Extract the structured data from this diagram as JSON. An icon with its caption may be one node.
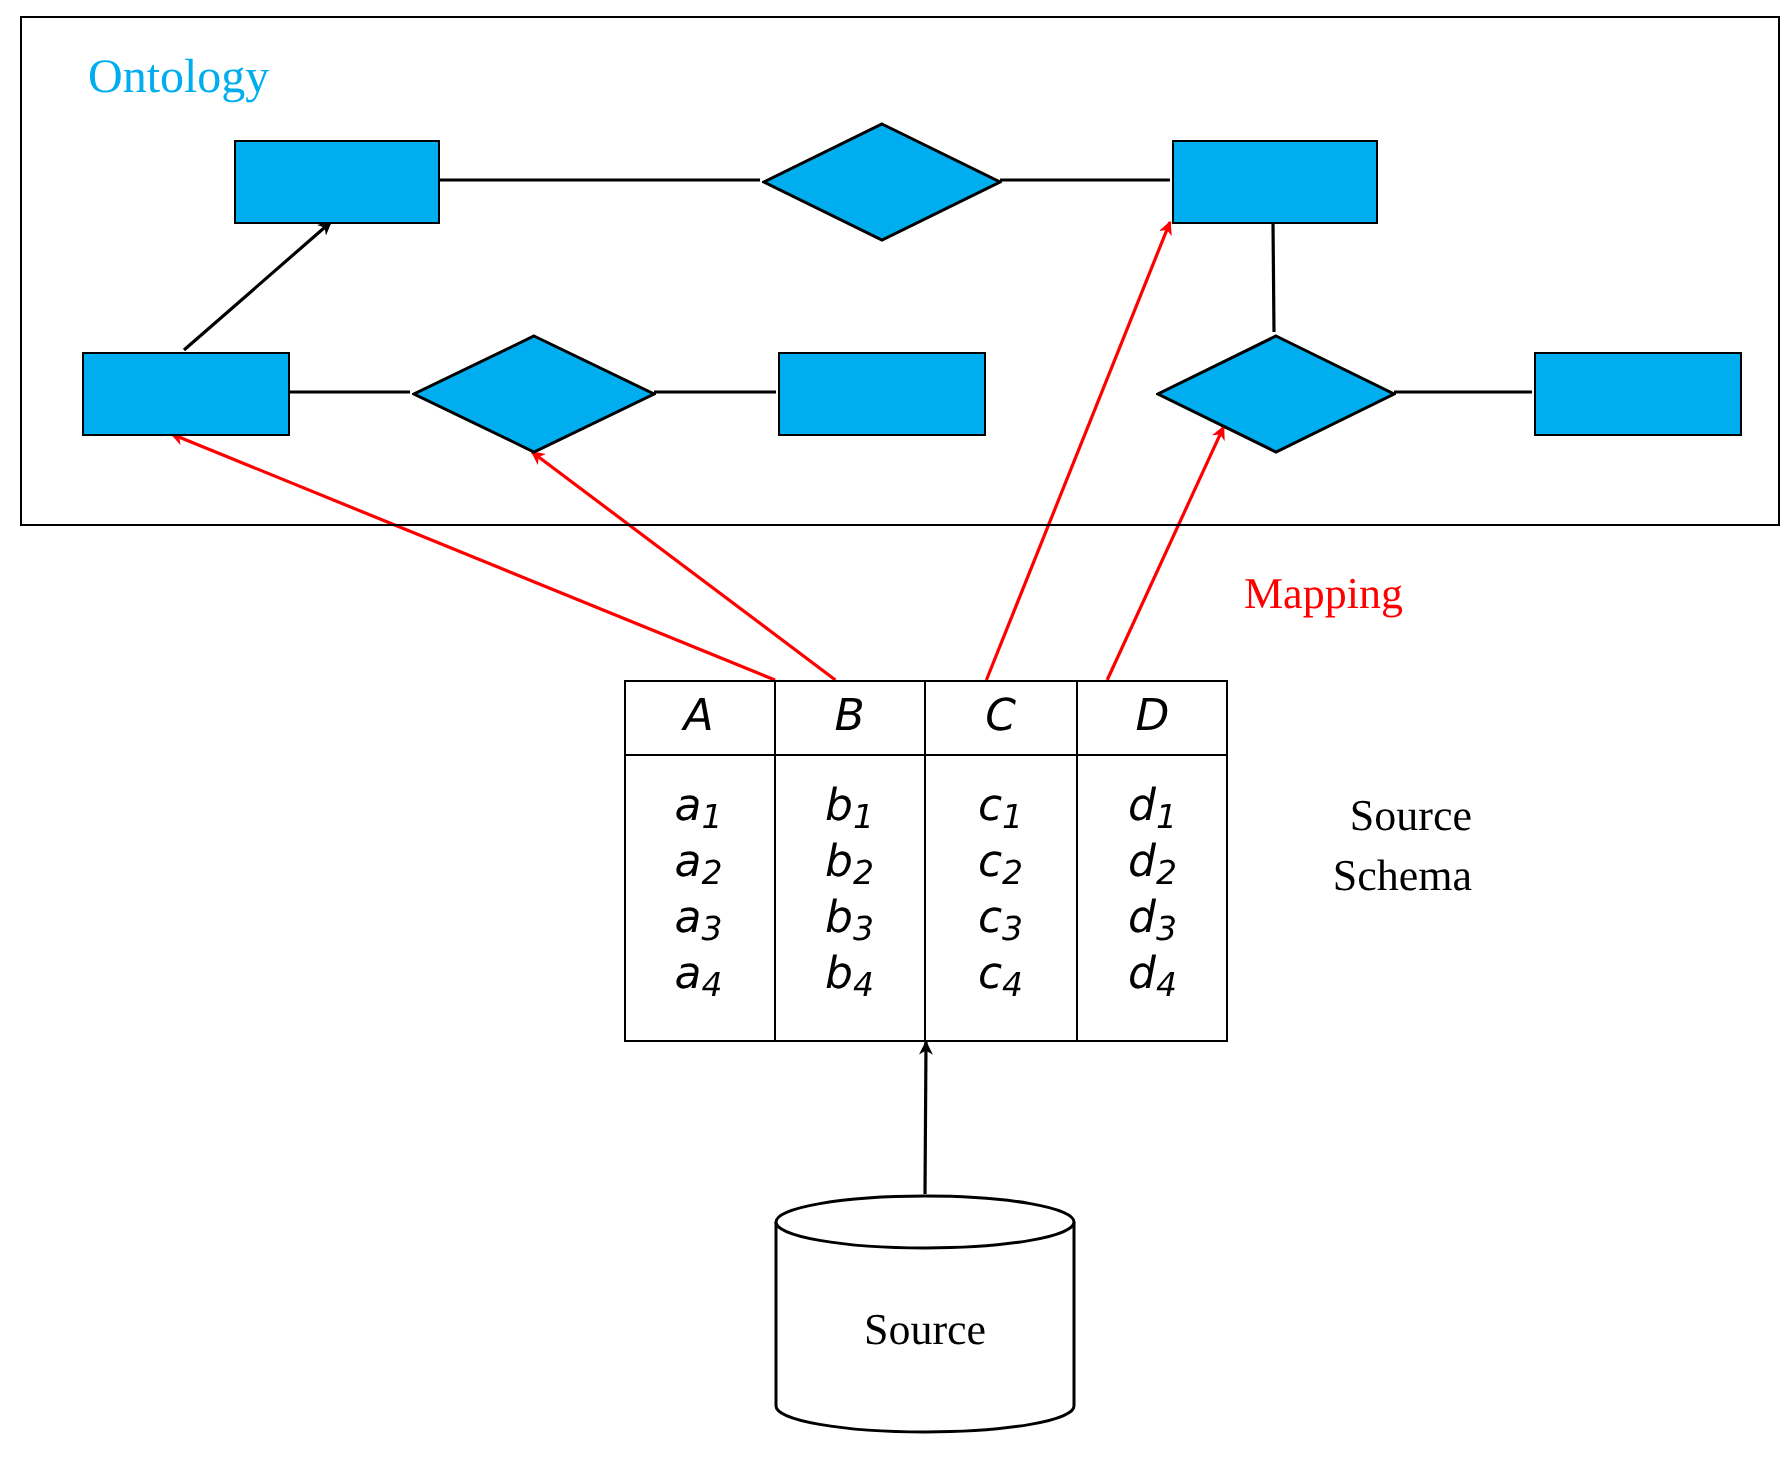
{
  "diagram": {
    "nodes": [
      {
        "text": [
          "Ontology"
        ]
      },
      {
        "text": [],
        "shape": "box",
        "in": 0
      },
      {
        "text": [],
        "shape": "diamond",
        "in": 0
      },
      {
        "text": [],
        "shape": "box",
        "in": 0
      },
      {
        "text": [],
        "shape": "box",
        "in": 0
      },
      {
        "text": [],
        "shape": "diamond",
        "in": 0
      },
      {
        "text": [],
        "shape": "box",
        "in": 0
      },
      {
        "text": [],
        "shape": "diamond",
        "in": 0
      },
      {
        "text": [],
        "shape": "box",
        "in": 0
      },
      {
        "text": [],
        "shape": "box",
        "beside": [
          "Source Schema"
        ]
      },
      {
        "text": [
          "Source"
        ]
      }
    ],
    "edges": [
      {
        "from": 4,
        "to": 1,
        "arrow": "to"
      },
      {
        "from": 1,
        "to": 2,
        "arrow": "none"
      },
      {
        "from": 2,
        "to": 3,
        "arrow": "none"
      },
      {
        "from": 3,
        "to": 7,
        "arrow": "none"
      },
      {
        "from": 4,
        "to": 5,
        "arrow": "none"
      },
      {
        "from": 5,
        "to": 6,
        "arrow": "none"
      },
      {
        "from": 7,
        "to": 8,
        "arrow": "none"
      },
      {
        "from": 9,
        "to": 4,
        "arrow": "to",
        "color": "#ff0000"
      },
      {
        "from": 9,
        "to": 5,
        "arrow": "to",
        "color": "#ff0000"
      },
      {
        "from": 9,
        "to": 3,
        "arrow": "to",
        "color": "#ff0000"
      },
      {
        "from": 9,
        "to": 7,
        "arrow": "to",
        "color": "#ff0000"
      },
      {
        "from": 10,
        "to": 9,
        "arrow": "to"
      }
    ],
    "labels": [
      "Mapping",
      "A",
      "B",
      "C",
      "D",
      "a$_{1}$",
      "b$_{1}$",
      "c$_{1}$",
      "d$_{1}$",
      "a$_{2}$",
      "b$_{2}$",
      "c$_{2}$",
      "d$_{2}$",
      "a$_{3}$",
      "b$_{3}$",
      "c$_{3}$",
      "d$_{3}$",
      "a$_{4}$",
      "b$_{4}$",
      "c$_{4}$",
      "d$_{4}$"
    ]
  }
}
